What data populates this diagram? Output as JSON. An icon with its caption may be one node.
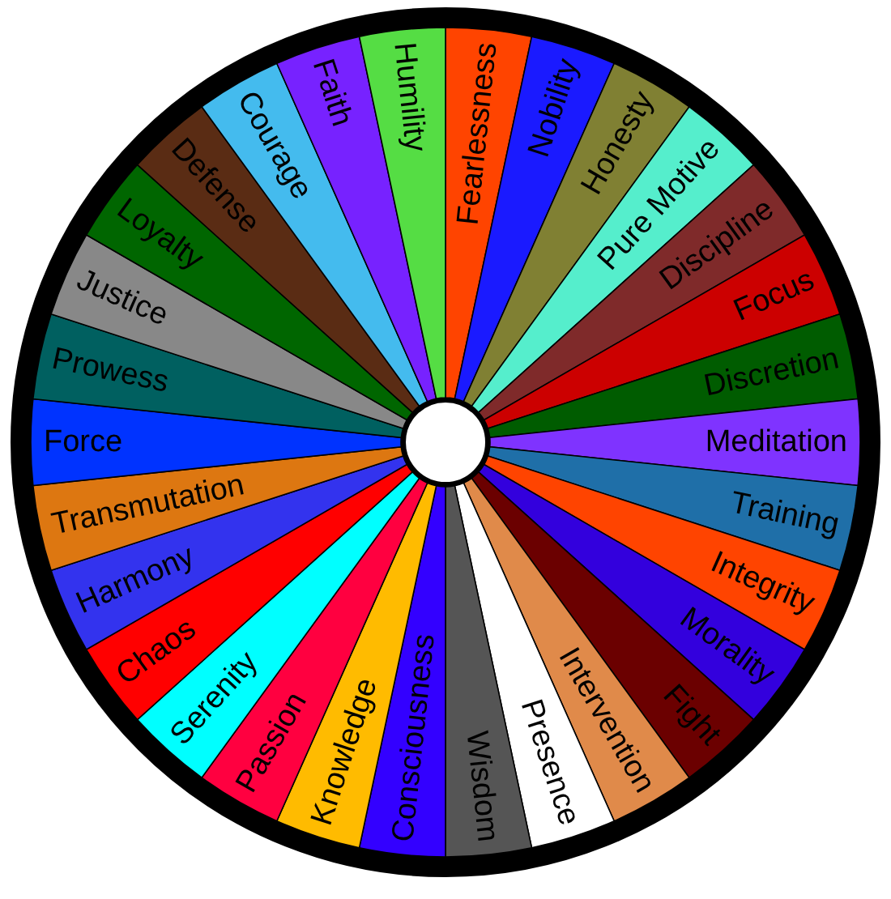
{
  "diagram": {
    "nodes": [
      {
        "text": [
          "Fearlessness"
        ]
      },
      {
        "text": [
          "Nobility"
        ]
      },
      {
        "text": [
          "Honesty"
        ]
      },
      {
        "text": [
          "Pure Motive"
        ]
      },
      {
        "text": [
          "Discipline"
        ]
      },
      {
        "text": [
          "Focus"
        ]
      },
      {
        "text": [
          "Discretion"
        ]
      },
      {
        "text": [
          "Meditation"
        ]
      },
      {
        "text": [
          "Training"
        ]
      },
      {
        "text": [
          "Integrity"
        ]
      },
      {
        "text": [
          "Morality"
        ]
      },
      {
        "text": [
          "Fight"
        ]
      },
      {
        "text": [
          "Intervention"
        ]
      },
      {
        "text": [
          "Presence"
        ]
      },
      {
        "text": [
          "Wisdom"
        ]
      },
      {
        "text": [
          "Consciousness"
        ]
      },
      {
        "text": [
          "Knowledge"
        ]
      },
      {
        "text": [
          "Passion"
        ]
      },
      {
        "text": [
          "Serenity"
        ]
      },
      {
        "text": [
          "Chaos"
        ]
      },
      {
        "text": [
          "Harmony"
        ]
      },
      {
        "text": [
          "Transmutation"
        ]
      },
      {
        "text": [
          "Force"
        ]
      },
      {
        "text": [
          "Prowess"
        ]
      },
      {
        "text": [
          "Justice"
        ]
      },
      {
        "text": [
          "Loyalty"
        ]
      },
      {
        "text": [
          "Defense"
        ]
      },
      {
        "text": [
          "Courage"
        ]
      },
      {
        "text": [
          "Faith"
        ]
      },
      {
        "text": [
          "Humility"
        ]
      }
    ]
  }
}
